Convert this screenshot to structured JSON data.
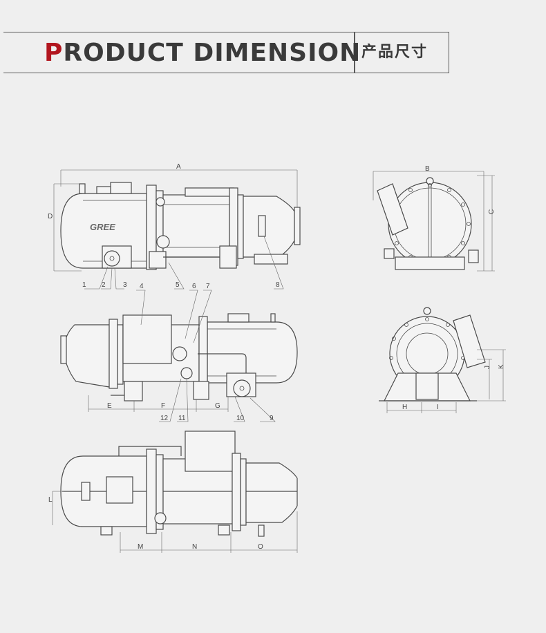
{
  "header": {
    "title_first_letter": "P",
    "title_rest": "RODUCT DIMENSION",
    "title_cn": "产品尺寸",
    "accent_color": "#b2161f"
  },
  "logo_text": "GREE",
  "dimension_labels": {
    "A": "A",
    "B": "B",
    "C": "C",
    "D": "D",
    "E": "E",
    "F": "F",
    "G": "G",
    "H": "H",
    "I": "I",
    "J": "J",
    "K": "K",
    "L": "L",
    "M": "M",
    "N": "N",
    "O": "O"
  },
  "callouts": [
    "1",
    "2",
    "3",
    "4",
    "5",
    "6",
    "7",
    "8",
    "9",
    "10",
    "11",
    "12"
  ]
}
